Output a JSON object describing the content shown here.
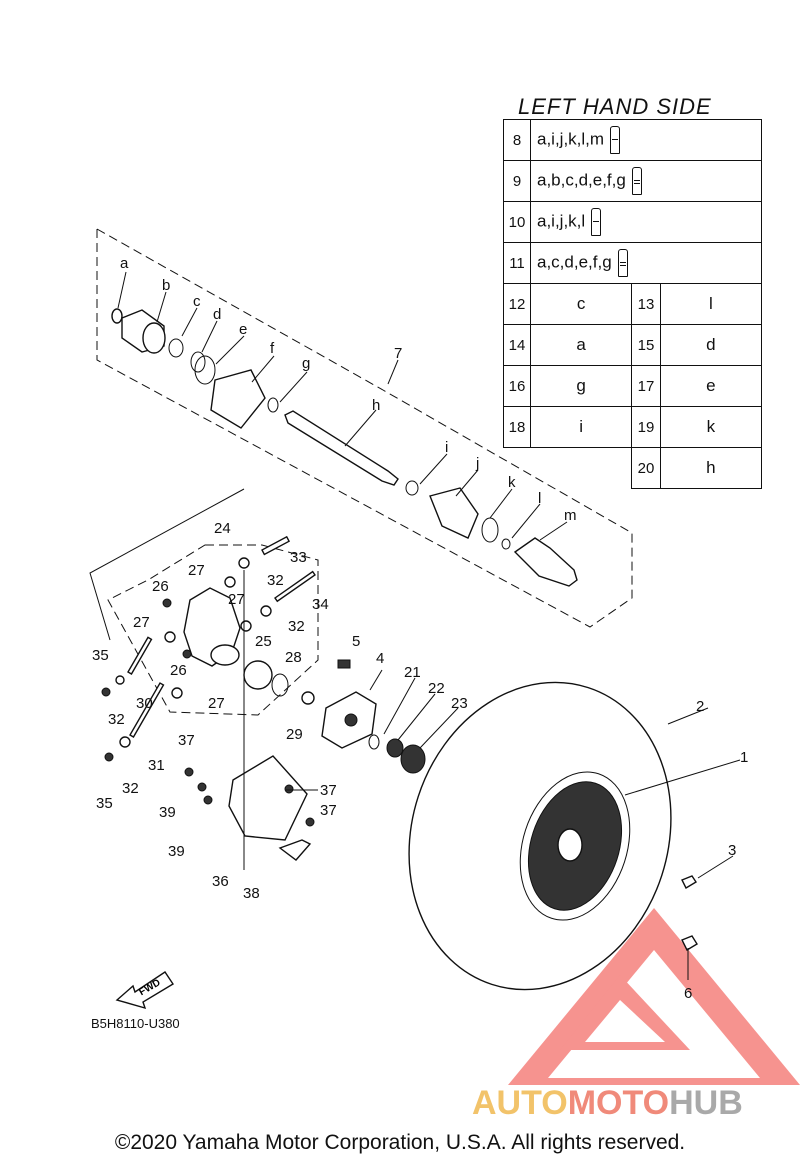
{
  "diagram": {
    "code": "B5H8110-U380",
    "fwd_label": "FWD",
    "copyright": "©2020 Yamaha Motor Corporation, U.S.A. All rights reserved.",
    "watermark": {
      "part1": "AUTO",
      "part2": "MOTO",
      "part3": "HUB"
    },
    "left_hand_side": {
      "title": "LEFT HAND SIDE",
      "kits": [
        {
          "num": "8",
          "parts": "a,i,j,k,l,m",
          "tube": "grease"
        },
        {
          "num": "9",
          "parts": "a,b,c,d,e,f,g",
          "tube": "grease"
        },
        {
          "num": "10",
          "parts": "a,i,j,k,l",
          "tube": "grease"
        },
        {
          "num": "11",
          "parts": "a,c,d,e,f,g",
          "tube": "grease"
        }
      ],
      "pairs": [
        {
          "n1": "12",
          "v1": "c",
          "n2": "13",
          "v2": "l"
        },
        {
          "n1": "14",
          "v1": "a",
          "n2": "15",
          "v2": "d"
        },
        {
          "n1": "16",
          "v1": "g",
          "n2": "17",
          "v2": "e"
        },
        {
          "n1": "18",
          "v1": "i",
          "n2": "19",
          "v2": "k"
        }
      ],
      "last": {
        "n2": "20",
        "v2": "h"
      }
    },
    "callouts": {
      "c1": "1",
      "c2": "2",
      "c3": "3",
      "c4": "4",
      "c5": "5",
      "c6": "6",
      "c7": "7",
      "c21": "21",
      "c22": "22",
      "c23": "23",
      "c24": "24",
      "c25": "25",
      "c26a": "26",
      "c26b": "26",
      "c27a": "27",
      "c27b": "27",
      "c27c": "27",
      "c27d": "27",
      "c28": "28",
      "c29": "29",
      "c30": "30",
      "c31": "31",
      "c32a": "32",
      "c32b": "32",
      "c32c": "32",
      "c32d": "32",
      "c33": "33",
      "c34": "34",
      "c35a": "35",
      "c35b": "35",
      "c36": "36",
      "c37a": "37",
      "c37b": "37",
      "c37c": "37",
      "c38": "38",
      "c39a": "39",
      "c39b": "39"
    },
    "letters": {
      "a": "a",
      "b": "b",
      "c": "c",
      "d": "d",
      "e": "e",
      "f": "f",
      "g": "g",
      "h": "h",
      "i": "i",
      "j": "j",
      "k": "k",
      "l": "l",
      "m": "m"
    }
  }
}
